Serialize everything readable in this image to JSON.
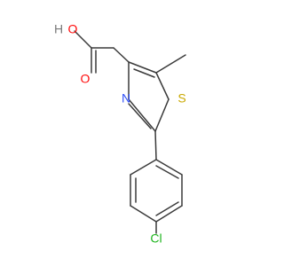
{
  "molecule": {
    "name_visible": "",
    "atoms": {
      "oxygen_hydroxyl": "O",
      "hydrogen_hydroxyl": "H",
      "oxygen_carbonyl": "O",
      "nitrogen": "N",
      "sulfur": "S",
      "chlorine": "Cl"
    },
    "colors": {
      "bond": "#3a3a3a",
      "oxygen": "#ff0d0d",
      "nitrogen": "#3050f8",
      "sulfur": "#c9a800",
      "chlorine": "#1fb51f",
      "hydrogen": "#7a7a7a"
    }
  }
}
